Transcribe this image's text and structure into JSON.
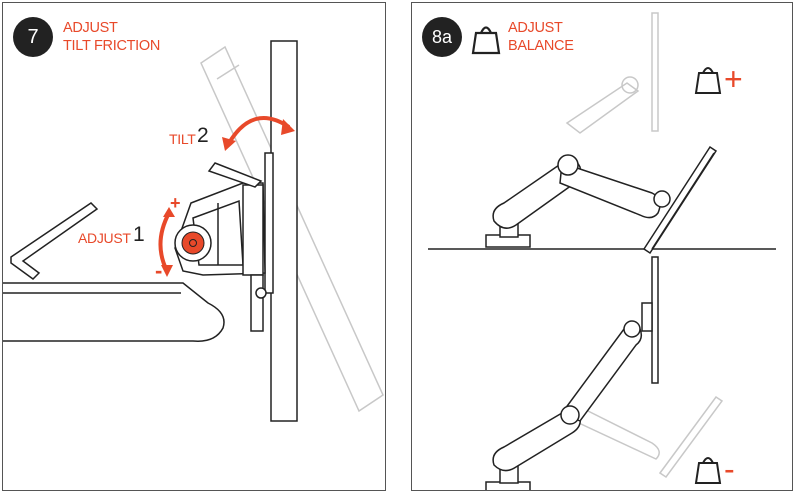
{
  "step7": {
    "badge": "7",
    "heading_line1": "ADJUST",
    "heading_line2": "TILT FRICTION",
    "tilt_label": "TILT",
    "tilt_number": "2",
    "adjust_label": "ADJUST",
    "adjust_number": "1",
    "plus": "+",
    "minus": "-"
  },
  "step8a": {
    "badge": "8a",
    "heading_line1": "ADJUST",
    "heading_line2": "BALANCE",
    "plus": "+",
    "minus": "-"
  },
  "colors": {
    "accent": "#e8492a",
    "ink": "#222222",
    "ghost": "#c8c8c8"
  },
  "icons": [
    "weight-icon",
    "allen-key-icon",
    "rotate-arrow-icon"
  ]
}
